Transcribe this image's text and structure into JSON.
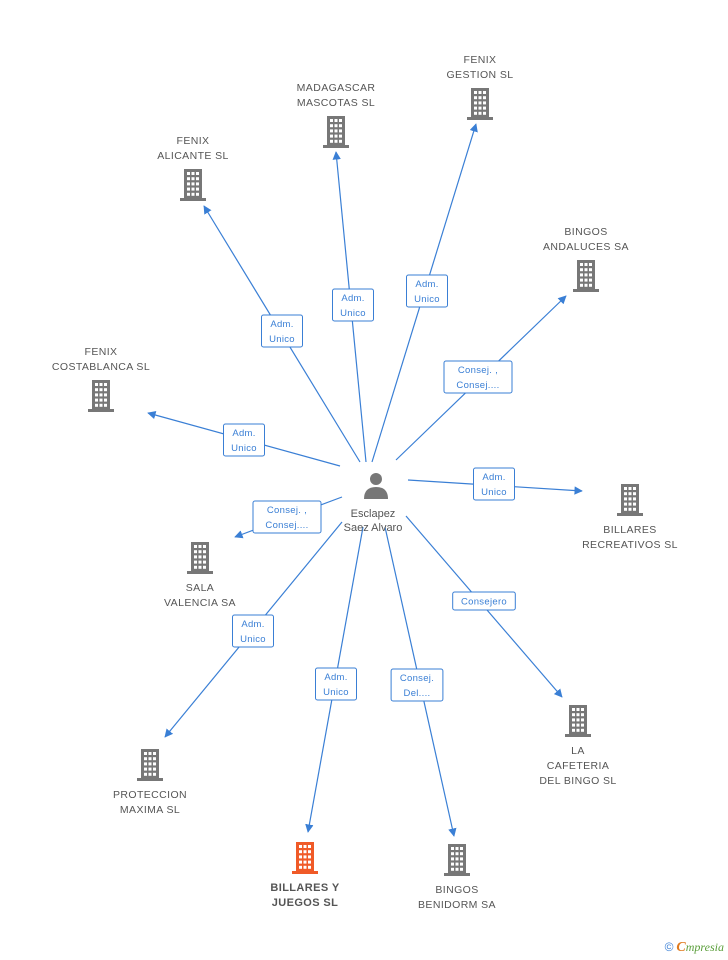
{
  "person": {
    "line1": "Esclapez",
    "line2": "Saez Alvaro"
  },
  "companies": [
    {
      "id": "fenix-gestion",
      "lines": [
        "FENIX",
        "GESTION SL"
      ],
      "main": false
    },
    {
      "id": "madagascar",
      "lines": [
        "MADAGASCAR",
        "MASCOTAS  SL"
      ],
      "main": false
    },
    {
      "id": "fenix-alicante",
      "lines": [
        "FENIX",
        "ALICANTE SL"
      ],
      "main": false
    },
    {
      "id": "bingos-andaluces",
      "lines": [
        "BINGOS",
        "ANDALUCES SA"
      ],
      "main": false
    },
    {
      "id": "fenix-costablanca",
      "lines": [
        "FENIX",
        "COSTABLANCA SL"
      ],
      "main": false
    },
    {
      "id": "billares-recreativos",
      "lines": [
        "BILLARES",
        "RECREATIVOS SL"
      ],
      "main": false
    },
    {
      "id": "sala-valencia",
      "lines": [
        "SALA",
        "VALENCIA SA"
      ],
      "main": false
    },
    {
      "id": "la-cafeteria",
      "lines": [
        "LA",
        "CAFETERIA",
        "DEL BINGO SL"
      ],
      "main": false
    },
    {
      "id": "proteccion-maxima",
      "lines": [
        "PROTECCION",
        "MAXIMA SL"
      ],
      "main": false
    },
    {
      "id": "billares-juegos",
      "lines": [
        "BILLARES Y",
        "JUEGOS SL"
      ],
      "main": true
    },
    {
      "id": "bingos-benidorm",
      "lines": [
        "BINGOS",
        "BENIDORM SA"
      ],
      "main": false
    }
  ],
  "relations": [
    {
      "to": "fenix-gestion",
      "label": [
        "Adm.",
        "Unico"
      ]
    },
    {
      "to": "madagascar",
      "label": [
        "Adm.",
        "Unico"
      ]
    },
    {
      "to": "fenix-alicante",
      "label": [
        "Adm.",
        "Unico"
      ]
    },
    {
      "to": "bingos-andaluces",
      "label": [
        "Consej. ,",
        "Consej...."
      ]
    },
    {
      "to": "fenix-costablanca",
      "label": [
        "Adm.",
        "Unico"
      ]
    },
    {
      "to": "billares-recreativos",
      "label": [
        "Adm.",
        "Unico"
      ]
    },
    {
      "to": "sala-valencia",
      "label": [
        "Consej. ,",
        "Consej...."
      ]
    },
    {
      "to": "la-cafeteria",
      "label": [
        "Consejero"
      ]
    },
    {
      "to": "proteccion-maxima",
      "label": [
        "Adm.",
        "Unico"
      ]
    },
    {
      "to": "billares-juegos",
      "label": [
        "Adm.",
        "Unico"
      ]
    },
    {
      "to": "bingos-benidorm",
      "label": [
        "Consej.",
        "Del...."
      ]
    }
  ],
  "brand": {
    "copyright": "©",
    "initial": "C",
    "rest": "mpresia"
  },
  "colors": {
    "edge": "#3a7fd5",
    "building": "#777777",
    "building_main": "#f05a28",
    "text": "#555555"
  }
}
